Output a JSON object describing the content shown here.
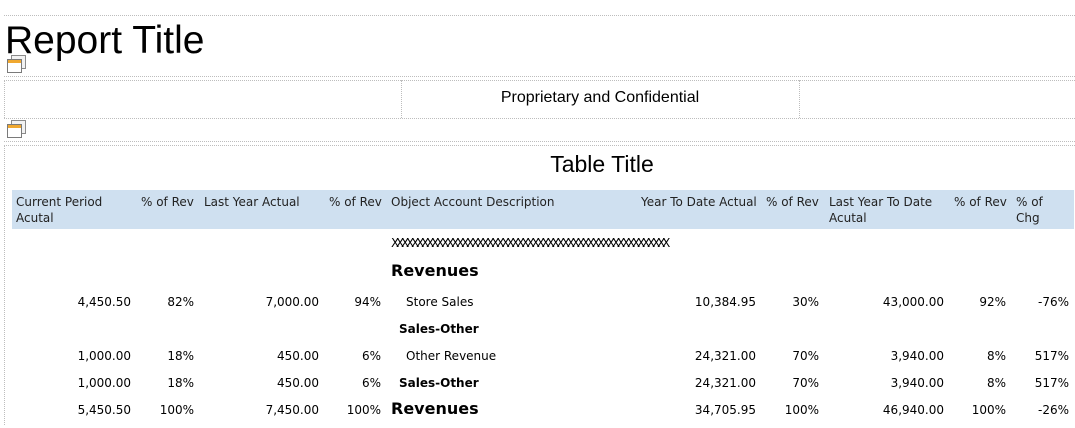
{
  "report": {
    "title": "Report Title",
    "confidential": "Proprietary and Confidential",
    "table_title": "Table Title"
  },
  "table": {
    "headers": {
      "current_period": "Current Period Acutal",
      "pct_rev_1": "% of Rev",
      "last_year_actual": "Last Year Actual",
      "pct_rev_2": "% of Rev",
      "description": "Object Account Description",
      "ytd_actual": "Year To Date Actual",
      "pct_rev_3": "% of Rev",
      "last_year_ytd": "Last Year To Date Acutal",
      "pct_rev_4": "% of Rev",
      "pct_chg": "% of Chg"
    },
    "placeholder": "XXXXXXXXXXXXXXXXXXXXXXXXXXXXXXXXXXXXXXXXXXXXXXXXXXXXXXX",
    "revenues_heading": "Revenues",
    "store_sales": {
      "cur": "4,450.50",
      "p1": "82%",
      "ly": "7,000.00",
      "p2": "94%",
      "desc": "Store Sales",
      "ytd": "10,384.95",
      "p3": "30%",
      "lytd": "43,000.00",
      "p4": "92%",
      "chg": "-76%"
    },
    "sales_other_heading": "Sales-Other",
    "other_revenue": {
      "cur": "1,000.00",
      "p1": "18%",
      "ly": "450.00",
      "p2": "6%",
      "desc": "Other Revenue",
      "ytd": "24,321.00",
      "p3": "70%",
      "lytd": "3,940.00",
      "p4": "8%",
      "chg": "517%"
    },
    "sales_other_total": {
      "cur": "1,000.00",
      "p1": "18%",
      "ly": "450.00",
      "p2": "6%",
      "desc": "Sales-Other",
      "ytd": "24,321.00",
      "p3": "70%",
      "lytd": "3,940.00",
      "p4": "8%",
      "chg": "517%"
    },
    "revenues_total": {
      "cur": "5,450.50",
      "p1": "100%",
      "ly": "7,450.00",
      "p2": "100%",
      "desc": "Revenues",
      "ytd": "34,705.95",
      "p3": "100%",
      "lytd": "46,940.00",
      "p4": "100%",
      "chg": "-26%"
    }
  }
}
